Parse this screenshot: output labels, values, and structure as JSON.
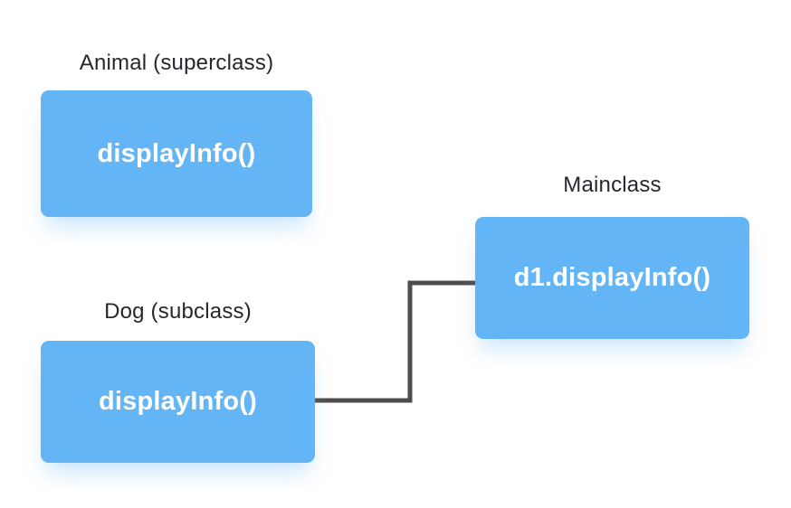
{
  "diagram": {
    "nodes": [
      {
        "id": "animal",
        "label": "Animal (superclass)",
        "box_text": "displayInfo()"
      },
      {
        "id": "mainclass",
        "label": "Mainclass",
        "box_text": "d1.displayInfo()"
      },
      {
        "id": "dog",
        "label": "Dog (subclass)",
        "box_text": "displayInfo()"
      }
    ],
    "arrow": {
      "from": "Mainclass",
      "to": "Dog (subclass)"
    }
  },
  "colors": {
    "background": "#ffffff",
    "box_fill": "#64b5f6",
    "box_text": "#ffffff",
    "label_text": "#27272f",
    "arrow": "#4d4d4d"
  }
}
